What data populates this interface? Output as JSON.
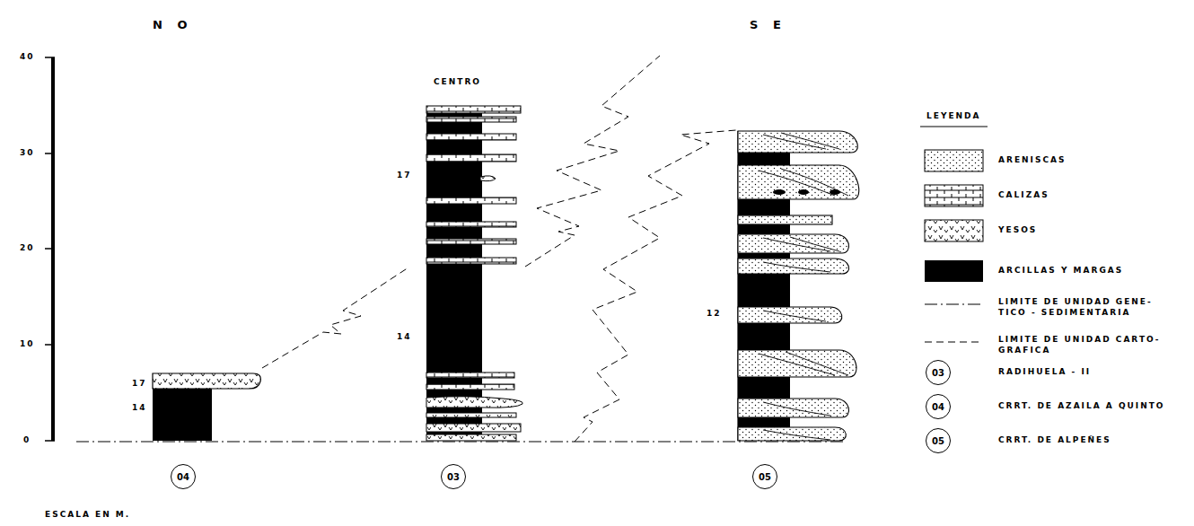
{
  "diagram": {
    "nodes": [
      {
        "text": [
          "04"
        ]
      },
      {
        "text": [
          "03"
        ]
      },
      {
        "text": [
          "05"
        ]
      },
      {
        "text": [
          "03"
        ]
      },
      {
        "text": [
          "04"
        ]
      },
      {
        "text": [
          "05"
        ]
      }
    ],
    "labels": [
      "N O",
      "S E",
      "CENTRO",
      "LEYENDA",
      "ESCALA EN M.",
      "0",
      "10",
      "20",
      "30",
      "40",
      "17",
      "14",
      "17",
      "14",
      "12"
    ],
    "legend": [
      {
        "text": "ARENISCAS"
      },
      {
        "text": "CALIZAS"
      },
      {
        "text": "YESOS"
      },
      {
        "text": "ARCILLAS Y MARGAS",
        "color": "#000000"
      },
      {
        "text": "LIMITE DE UNIDAD GENE- TICO - SEDIMENTARIA"
      },
      {
        "text": "LIMITE DE UNIDAD CARTO- GRAFICA"
      },
      {
        "text": "RADIHUELA - II"
      },
      {
        "text": "CRRT. DE AZAILA A QUINTO"
      },
      {
        "text": "CRRT. DE ALPEÑES"
      }
    ]
  }
}
